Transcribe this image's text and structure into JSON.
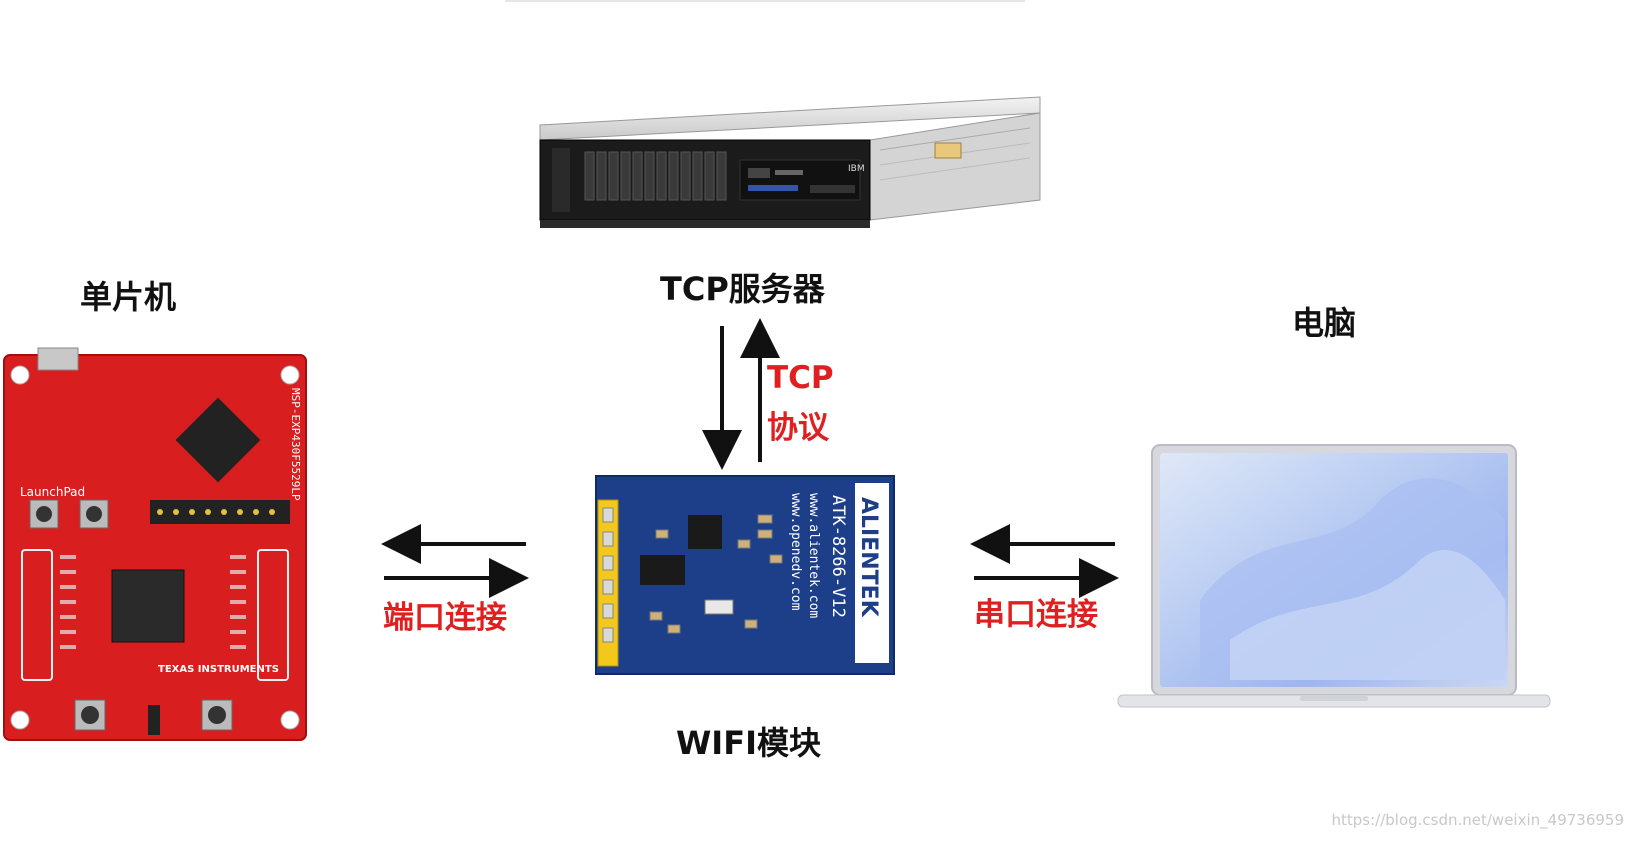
{
  "labels": {
    "mcu": "单片机",
    "tcp_server": "TCP服务器",
    "pc": "电脑",
    "wifi_module": "WIFI模块",
    "tcp_protocol_line1": "TCP",
    "tcp_protocol_line2": "协议",
    "port_connection": "端口连接",
    "serial_connection": "串口连接"
  },
  "devices": {
    "server_brand": "IBM",
    "board_brand": "TEXAS INSTRUMENTS",
    "board_name": "MSP-EXP430F5529LP",
    "board_silk": "LaunchPad",
    "wifi_brand": "ALIENTEK",
    "wifi_model": "ATK-8266-V12",
    "wifi_site": "www.alientek.com",
    "wifi_site2": "www.openedv.com"
  },
  "watermark": "https://blog.csdn.net/weixin_49736959",
  "colors": {
    "label_red": "#e02020",
    "board_red": "#d81e1e",
    "module_blue": "#1d3f8a",
    "pin_yellow": "#f2c81a"
  }
}
